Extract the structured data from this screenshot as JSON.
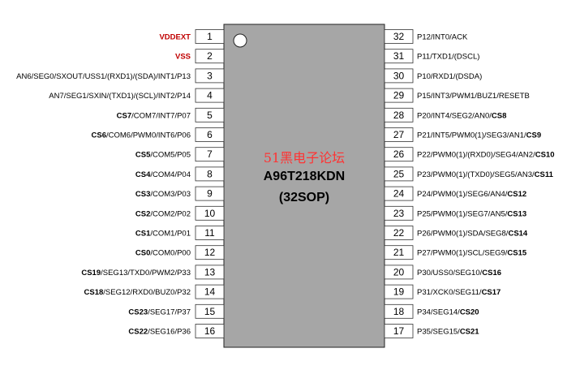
{
  "chip": {
    "watermark": "51黑电子论坛",
    "part_number": "A96T218KDN",
    "package": "(32SOP)"
  },
  "left_pins": [
    {
      "num": "1",
      "label": [
        {
          "t": "VDDEXT",
          "b": true
        }
      ],
      "red": true
    },
    {
      "num": "2",
      "label": [
        {
          "t": "VSS",
          "b": true
        }
      ],
      "red": true
    },
    {
      "num": "3",
      "label": [
        {
          "t": "AN6/SEG0/SXOUT/USS1/(RXD1)/(SDA)/INT1/P13",
          "b": false
        }
      ]
    },
    {
      "num": "4",
      "label": [
        {
          "t": "AN7/SEG1/SXIN/(TXD1)/(SCL)/INT2/P14",
          "b": false
        }
      ]
    },
    {
      "num": "5",
      "label": [
        {
          "t": "CS7",
          "b": true
        },
        {
          "t": "/COM7/INT7/P07",
          "b": false
        }
      ]
    },
    {
      "num": "6",
      "label": [
        {
          "t": "CS6",
          "b": true
        },
        {
          "t": "/COM6/PWM0/INT6/P06",
          "b": false
        }
      ]
    },
    {
      "num": "7",
      "label": [
        {
          "t": "CS5",
          "b": true
        },
        {
          "t": "/COM5/P05",
          "b": false
        }
      ]
    },
    {
      "num": "8",
      "label": [
        {
          "t": "CS4",
          "b": true
        },
        {
          "t": "/COM4/P04",
          "b": false
        }
      ]
    },
    {
      "num": "9",
      "label": [
        {
          "t": "CS3",
          "b": true
        },
        {
          "t": "/COM3/P03",
          "b": false
        }
      ]
    },
    {
      "num": "10",
      "label": [
        {
          "t": "CS2",
          "b": true
        },
        {
          "t": "/COM2/P02",
          "b": false
        }
      ]
    },
    {
      "num": "11",
      "label": [
        {
          "t": "CS1",
          "b": true
        },
        {
          "t": "/COM1/P01",
          "b": false
        }
      ]
    },
    {
      "num": "12",
      "label": [
        {
          "t": "CS0",
          "b": true
        },
        {
          "t": "/COM0/P00",
          "b": false
        }
      ]
    },
    {
      "num": "13",
      "label": [
        {
          "t": "CS19",
          "b": true
        },
        {
          "t": "/SEG13/TXD0/PWM2/P33",
          "b": false
        }
      ]
    },
    {
      "num": "14",
      "label": [
        {
          "t": "CS18",
          "b": true
        },
        {
          "t": "/SEG12/RXD0/BUZ0/P32",
          "b": false
        }
      ]
    },
    {
      "num": "15",
      "label": [
        {
          "t": "CS23",
          "b": true
        },
        {
          "t": "/SEG17/P37",
          "b": false
        }
      ]
    },
    {
      "num": "16",
      "label": [
        {
          "t": "CS22",
          "b": true
        },
        {
          "t": "/SEG16/P36",
          "b": false
        }
      ]
    }
  ],
  "right_pins": [
    {
      "num": "32",
      "label": [
        {
          "t": "P12/INT0/ACK",
          "b": false
        }
      ]
    },
    {
      "num": "31",
      "label": [
        {
          "t": "P11/TXD1/(DSCL)",
          "b": false
        }
      ]
    },
    {
      "num": "30",
      "label": [
        {
          "t": "P10/RXD1/(DSDA)",
          "b": false
        }
      ]
    },
    {
      "num": "29",
      "label": [
        {
          "t": "P15/INT3/PWM1/BUZ1/RESETB",
          "b": false
        }
      ]
    },
    {
      "num": "28",
      "label": [
        {
          "t": "P20/INT4/SEG2/AN0/",
          "b": false
        },
        {
          "t": "CS8",
          "b": true
        }
      ]
    },
    {
      "num": "27",
      "label": [
        {
          "t": "P21/INT5/PWM0(1)/SEG3/AN1/",
          "b": false
        },
        {
          "t": "CS9",
          "b": true
        }
      ]
    },
    {
      "num": "26",
      "label": [
        {
          "t": "P22/PWM0(1)/(RXD0)/SEG4/AN2/",
          "b": false
        },
        {
          "t": "CS10",
          "b": true
        }
      ]
    },
    {
      "num": "25",
      "label": [
        {
          "t": "P23/PWM0(1)/(TXD0)/SEG5/AN3/",
          "b": false
        },
        {
          "t": "CS11",
          "b": true
        }
      ]
    },
    {
      "num": "24",
      "label": [
        {
          "t": "P24/PWM0(1)/SEG6/AN4/",
          "b": false
        },
        {
          "t": "CS12",
          "b": true
        }
      ]
    },
    {
      "num": "23",
      "label": [
        {
          "t": "P25/PWM0(1)/SEG7/AN5/",
          "b": false
        },
        {
          "t": "CS13",
          "b": true
        }
      ]
    },
    {
      "num": "22",
      "label": [
        {
          "t": "P26/PWM0(1)/SDA/SEG8/",
          "b": false
        },
        {
          "t": "CS14",
          "b": true
        }
      ]
    },
    {
      "num": "21",
      "label": [
        {
          "t": "P27/PWM0(1)/SCL/SEG9/",
          "b": false
        },
        {
          "t": "CS15",
          "b": true
        }
      ]
    },
    {
      "num": "20",
      "label": [
        {
          "t": "P30/USS0/SEG10/",
          "b": false
        },
        {
          "t": "CS16",
          "b": true
        }
      ]
    },
    {
      "num": "19",
      "label": [
        {
          "t": "P31/XCK0/SEG11/",
          "b": false
        },
        {
          "t": "CS17",
          "b": true
        }
      ]
    },
    {
      "num": "18",
      "label": [
        {
          "t": "P34/SEG14/",
          "b": false
        },
        {
          "t": "CS20",
          "b": true
        }
      ]
    },
    {
      "num": "17",
      "label": [
        {
          "t": "P35/SEG15/",
          "b": false
        },
        {
          "t": "CS21",
          "b": true
        }
      ]
    }
  ],
  "colors": {
    "body": "#a6a6a6",
    "power_label": "#c00000",
    "watermark": "#ff3333"
  }
}
